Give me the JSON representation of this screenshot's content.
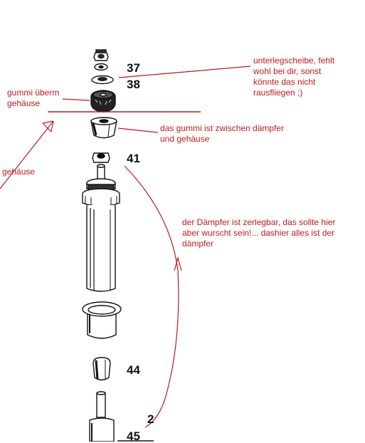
{
  "part_numbers": {
    "n37": "37",
    "n38": "38",
    "n41": "41",
    "n44": "44",
    "n45": "45",
    "n2": "2"
  },
  "annotations": {
    "washer_note": "unterlegscheibe, fehlt\nwohl bei dir, sonst\nkönnte das nicht\nrausfliegen ;)",
    "rubber_over_housing": "gummi überm\ngehäuse",
    "rubber_between": "das gummi ist zwischen dämpfer\nund gehäuse",
    "housing": "gehäuse",
    "damper_note": "der Dämpfer ist zerlegbar, das sollte hier\naber wurscht sein!... dashier alles ist der\ndämpfer"
  },
  "colors": {
    "annotation": "#c0191d",
    "drawing": "#111111"
  }
}
